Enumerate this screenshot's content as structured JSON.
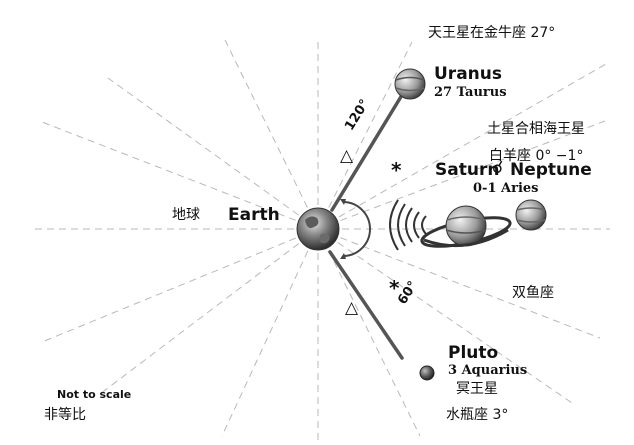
{
  "labels": {
    "uranus_cn": "天王星在金牛座 27°",
    "uranus_name": "Uranus",
    "uranus_pos": "27 Taurus",
    "conj_cn": "土星合相海王星",
    "aries_cn": "白羊座 0° −1°",
    "saturn_name": "Saturn",
    "neptune_name": "Neptune",
    "sat_nep_pos": "0-1 Aries",
    "earth_cn": "地球",
    "earth_name": "Earth",
    "pisces_cn": "双鱼座",
    "pluto_name": "Pluto",
    "pluto_pos": "3 Aquarius",
    "pluto_cn": "冥王星",
    "aquarius_cn": "水瓶座 3°",
    "not_to_scale": "Not to scale",
    "not_to_scale_cn": "非等比",
    "angle_120": "120°",
    "angle_60": "60°",
    "trine_symbol": "△",
    "sextile_symbol": "*",
    "conjunction_symbol": "☌"
  },
  "colors": {
    "dashed_lines": "#b9b9b9",
    "aspect_lines": "#555555",
    "planet_dark": "#4a4a4a",
    "planet_light": "#d9d9d9"
  }
}
